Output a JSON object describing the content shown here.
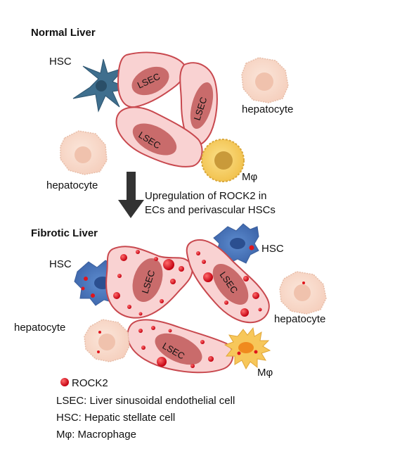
{
  "normal": {
    "title": "Normal Liver",
    "hsc": "HSC",
    "lsec": "LSEC",
    "hepatocyte": "hepatocyte",
    "macrophage": "Mφ"
  },
  "arrow_text": {
    "line1": "Upregulation of ROCK2 in",
    "line2": "ECs and  perivascular HSCs"
  },
  "fibrotic": {
    "title": "Fibrotic Liver",
    "hsc": "HSC",
    "lsec": "LSEC",
    "hepatocyte": "hepatocyte",
    "macrophage": "Mφ"
  },
  "legend": {
    "rock2": "ROCK2",
    "lsec_def": "LSEC: Liver sinusoidal endothelial cell",
    "hsc_def": "HSC: Hepatic stellate cell",
    "mphi_def": "Mφ: Macrophage"
  },
  "colors": {
    "lsec_fill": "#f9d2d2",
    "lsec_stroke": "#c8484e",
    "nucleus": "#c96b6b",
    "hsc": "#3f6f8e",
    "hsc_fibrotic": "#4a73b8",
    "hepatocyte": "#f7d9c9",
    "macrophage": "#f6d061",
    "macrophage_fibrotic": "#f7c75a",
    "rock2": "#e0151c"
  }
}
